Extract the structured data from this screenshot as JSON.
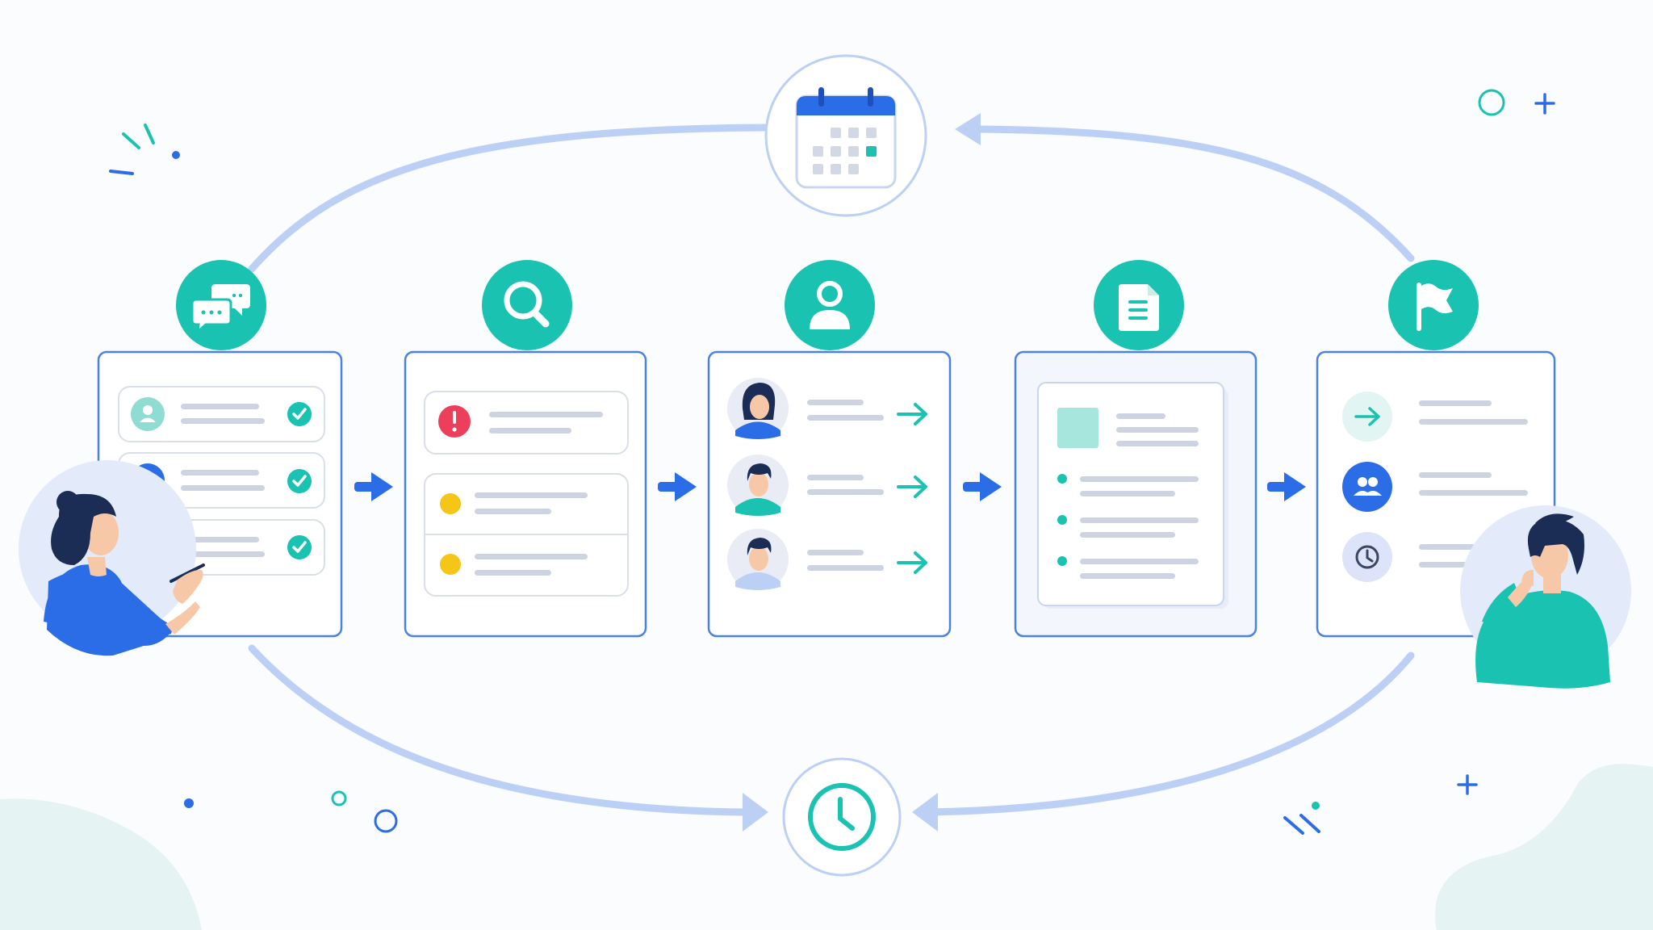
{
  "colors": {
    "background": "#fbfcfe",
    "teal": "#19c2b1",
    "blue_primary": "#2b6de6",
    "blue_light_stroke": "#bcd0f6",
    "card_border": "#4a82e4",
    "placeholder_line": "#cdd3e1",
    "red_alert": "#ec3f5c",
    "yellow_dot": "#f5c518",
    "skin": "#f6c8a7",
    "hair": "#1b2d55",
    "mint_blob": "#e5f3f3"
  },
  "cycle": {
    "top_icon": "calendar-icon",
    "bottom_icon": "clock-icon"
  },
  "stages": [
    {
      "id": "chat",
      "icon": "chat-bubbles-icon",
      "rows": [
        {
          "kind": "user-check",
          "avatar_color": "#8fdcd2"
        },
        {
          "kind": "user-check",
          "avatar_color": "#2b6de6"
        },
        {
          "kind": "user-check",
          "avatar_color": "#a9b8f3"
        }
      ]
    },
    {
      "id": "search",
      "icon": "magnifier-icon",
      "rows": [
        {
          "kind": "alert"
        },
        {
          "kind": "pending"
        },
        {
          "kind": "pending"
        }
      ]
    },
    {
      "id": "people",
      "icon": "user-icon",
      "rows": [
        {
          "kind": "person-arrow",
          "person": "woman"
        },
        {
          "kind": "person-arrow",
          "person": "man-teal"
        },
        {
          "kind": "person-arrow",
          "person": "man-light"
        }
      ]
    },
    {
      "id": "document",
      "icon": "document-icon",
      "rows": [
        {
          "kind": "doc-header"
        },
        {
          "kind": "doc-bullet"
        },
        {
          "kind": "doc-bullet"
        },
        {
          "kind": "doc-bullet"
        }
      ]
    },
    {
      "id": "finish",
      "icon": "flag-icon",
      "rows": [
        {
          "kind": "status",
          "status_icon": "arrow-right-icon"
        },
        {
          "kind": "status",
          "status_icon": "team-icon"
        },
        {
          "kind": "status",
          "status_icon": "clock-icon"
        }
      ]
    }
  ],
  "characters": [
    {
      "name": "woman-writing",
      "side": "left"
    },
    {
      "name": "man-thinking",
      "side": "right"
    }
  ]
}
